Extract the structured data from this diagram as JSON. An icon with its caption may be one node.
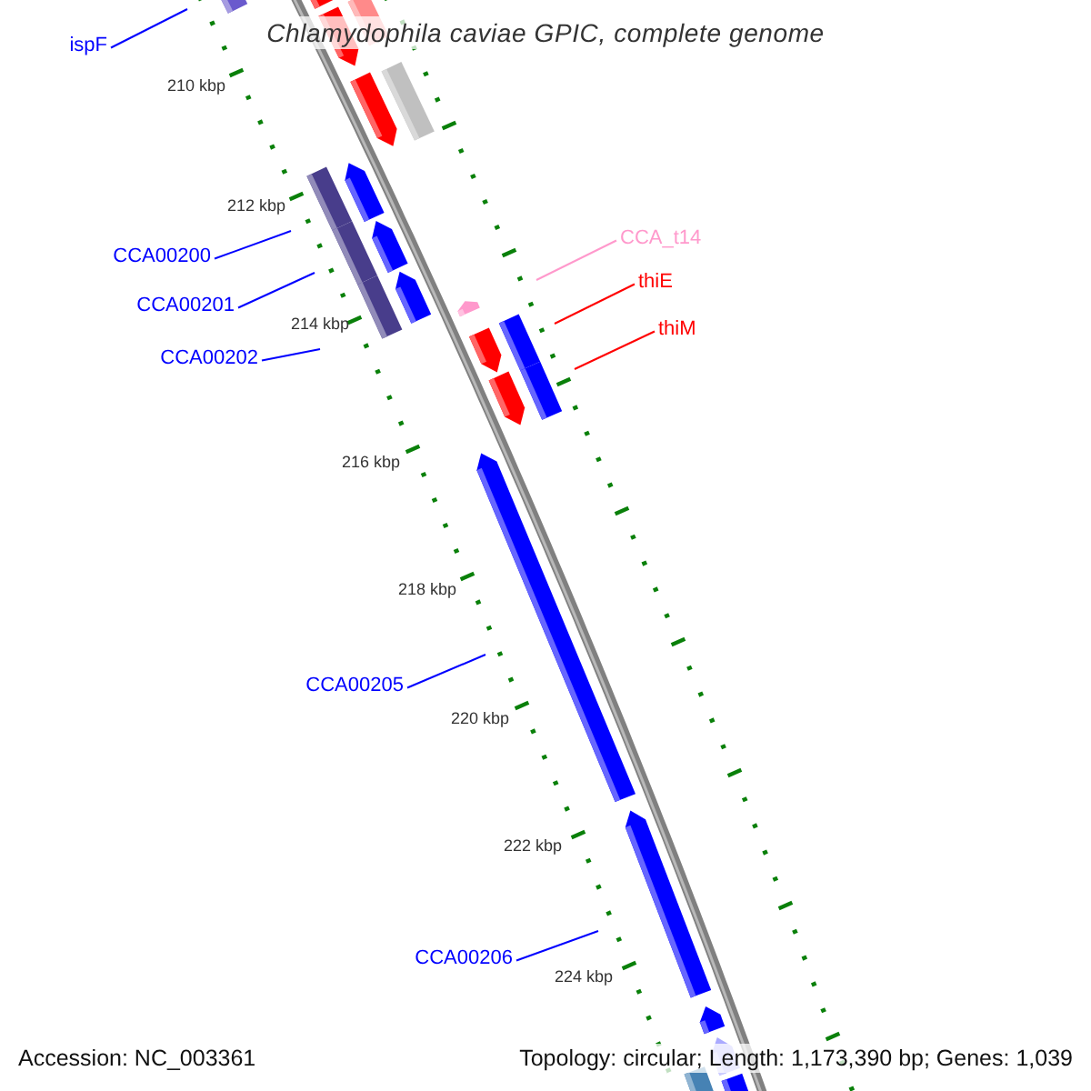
{
  "diagram": {
    "title": "Chlamydophila caviae GPIC, complete genome",
    "nodes": [
      {
        "text": [
          "ispF"
        ]
      },
      {
        "text": [
          "CCA00200"
        ]
      },
      {
        "text": [
          "CCA00201"
        ]
      },
      {
        "text": [
          "CCA00202"
        ]
      },
      {
        "text": [
          "CCA_t14"
        ]
      },
      {
        "text": [
          "thiE"
        ]
      },
      {
        "text": [
          "thiM"
        ]
      },
      {
        "text": [
          "CCA00205"
        ]
      },
      {
        "text": [
          "CCA00206"
        ]
      }
    ],
    "edges": [
      {
        "from": 0,
        "to": null,
        "arrow": "none"
      },
      {
        "from": 1,
        "to": null,
        "arrow": "none"
      },
      {
        "from": 2,
        "to": null,
        "arrow": "none"
      },
      {
        "from": 3,
        "to": null,
        "arrow": "none"
      },
      {
        "from": 4,
        "to": null,
        "arrow": "none",
        "color": "#ff99cc"
      },
      {
        "from": 5,
        "to": null,
        "arrow": "none",
        "color": "#ff0000"
      },
      {
        "from": 6,
        "to": null,
        "arrow": "none",
        "color": "#ff0000"
      },
      {
        "from": 7,
        "to": null,
        "arrow": "none"
      },
      {
        "from": 8,
        "to": null,
        "arrow": "none"
      }
    ],
    "labels": [
      "210 kbp",
      "212 kbp",
      "214 kbp",
      "216 kbp",
      "218 kbp",
      "220 kbp",
      "222 kbp",
      "224 kbp",
      "Accession: NC_003361",
      "Topology: circular; Length: 1,173,390 bp; Genes: 1,039"
    ]
  }
}
